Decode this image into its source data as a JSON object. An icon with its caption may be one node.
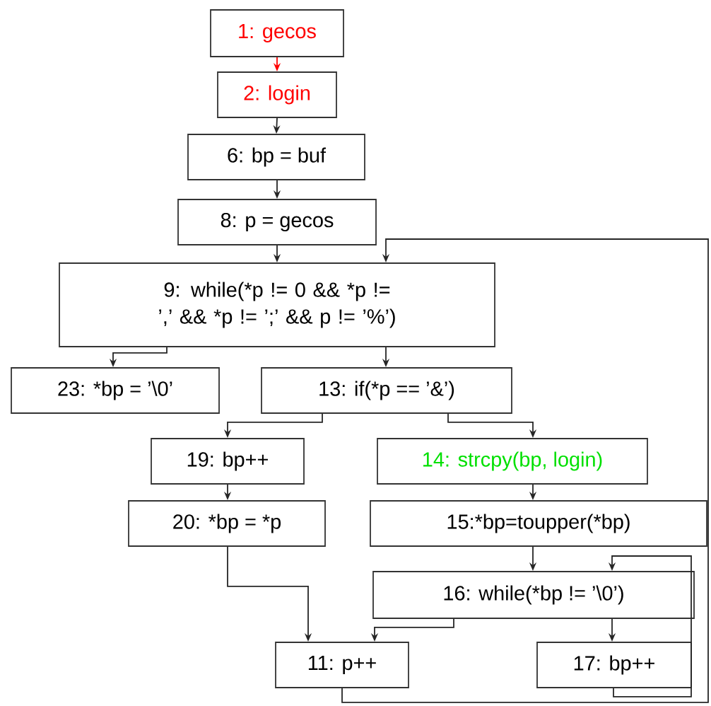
{
  "diagram": {
    "nodes": [
      {
        "text": [
          "1: gecos"
        ]
      },
      {
        "text": [
          "2: login"
        ]
      },
      {
        "text": [
          "6: bp = buf"
        ]
      },
      {
        "text": [
          "8: p = gecos"
        ]
      },
      {
        "text": [
          "9: while(*p != 0 && *p != ’,’ && *p != ’;’ && p != ’%’)"
        ]
      },
      {
        "text": [
          "23: *bp = ’\\0’"
        ]
      },
      {
        "text": [
          "13: if(*p == ’&’)"
        ]
      },
      {
        "text": [
          "19: bp++"
        ]
      },
      {
        "text": [
          "14: strcpy(bp, login)"
        ]
      },
      {
        "text": [
          "20: *bp = *p"
        ]
      },
      {
        "text": [
          "15:*bp=toupper(*bp)"
        ]
      },
      {
        "text": [
          "16: while(*bp != ’\\0’)"
        ]
      },
      {
        "text": [
          "11: p++"
        ]
      },
      {
        "text": [
          "17: bp++"
        ]
      }
    ],
    "edges": [
      {
        "from": 0,
        "to": 1,
        "arrow": "to",
        "color": "#ff0000"
      },
      {
        "from": 1,
        "to": 2,
        "arrow": "to"
      },
      {
        "from": 2,
        "to": 3,
        "arrow": "to"
      },
      {
        "from": 3,
        "to": 4,
        "arrow": "to"
      },
      {
        "from": 4,
        "to": 5,
        "arrow": "to"
      },
      {
        "from": 4,
        "to": 6,
        "arrow": "to"
      },
      {
        "from": 6,
        "to": 7,
        "arrow": "to"
      },
      {
        "from": 6,
        "to": 8,
        "arrow": "to"
      },
      {
        "from": 7,
        "to": 9,
        "arrow": "to"
      },
      {
        "from": 8,
        "to": 10,
        "arrow": "to"
      },
      {
        "from": 10,
        "to": 11,
        "arrow": "to"
      },
      {
        "from": 11,
        "to": 12,
        "arrow": "to"
      },
      {
        "from": 11,
        "to": 13,
        "arrow": "to"
      },
      {
        "from": 13,
        "to": 11,
        "arrow": "to"
      },
      {
        "from": 9,
        "to": 12,
        "arrow": "to"
      },
      {
        "from": 12,
        "to": 4,
        "arrow": "to"
      }
    ]
  }
}
